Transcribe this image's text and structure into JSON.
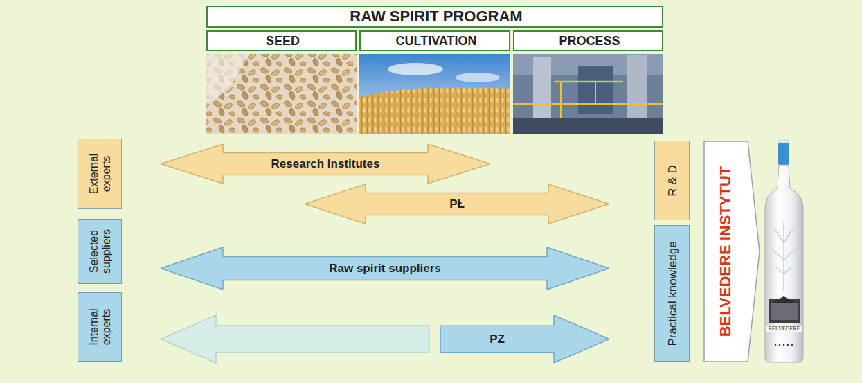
{
  "diagram": {
    "nodes": [
      {
        "text": [
          "RAW SPIRIT PROGRAM"
        ]
      },
      {
        "text": [
          "SEED"
        ]
      },
      {
        "text": [
          "CULTIVATION"
        ]
      },
      {
        "text": [
          "PROCESS"
        ]
      },
      {
        "text": [
          "External experts"
        ]
      },
      {
        "text": [
          "Research Institutes"
        ]
      },
      {
        "text": [
          "R & D"
        ]
      },
      {
        "text": [
          "BELVEDERE INSTYTUT"
        ]
      },
      {
        "text": [
          "PŁ"
        ]
      },
      {
        "text": [
          "Selected suppliers"
        ]
      },
      {
        "text": [
          "Raw spirit suppliers"
        ]
      },
      {
        "text": [
          "Practical knowledge"
        ]
      },
      {
        "text": [
          "Internal experts"
        ]
      },
      {
        "text": [
          "PZ"
        ]
      }
    ],
    "labels": [
      "BELVEDERE"
    ]
  }
}
